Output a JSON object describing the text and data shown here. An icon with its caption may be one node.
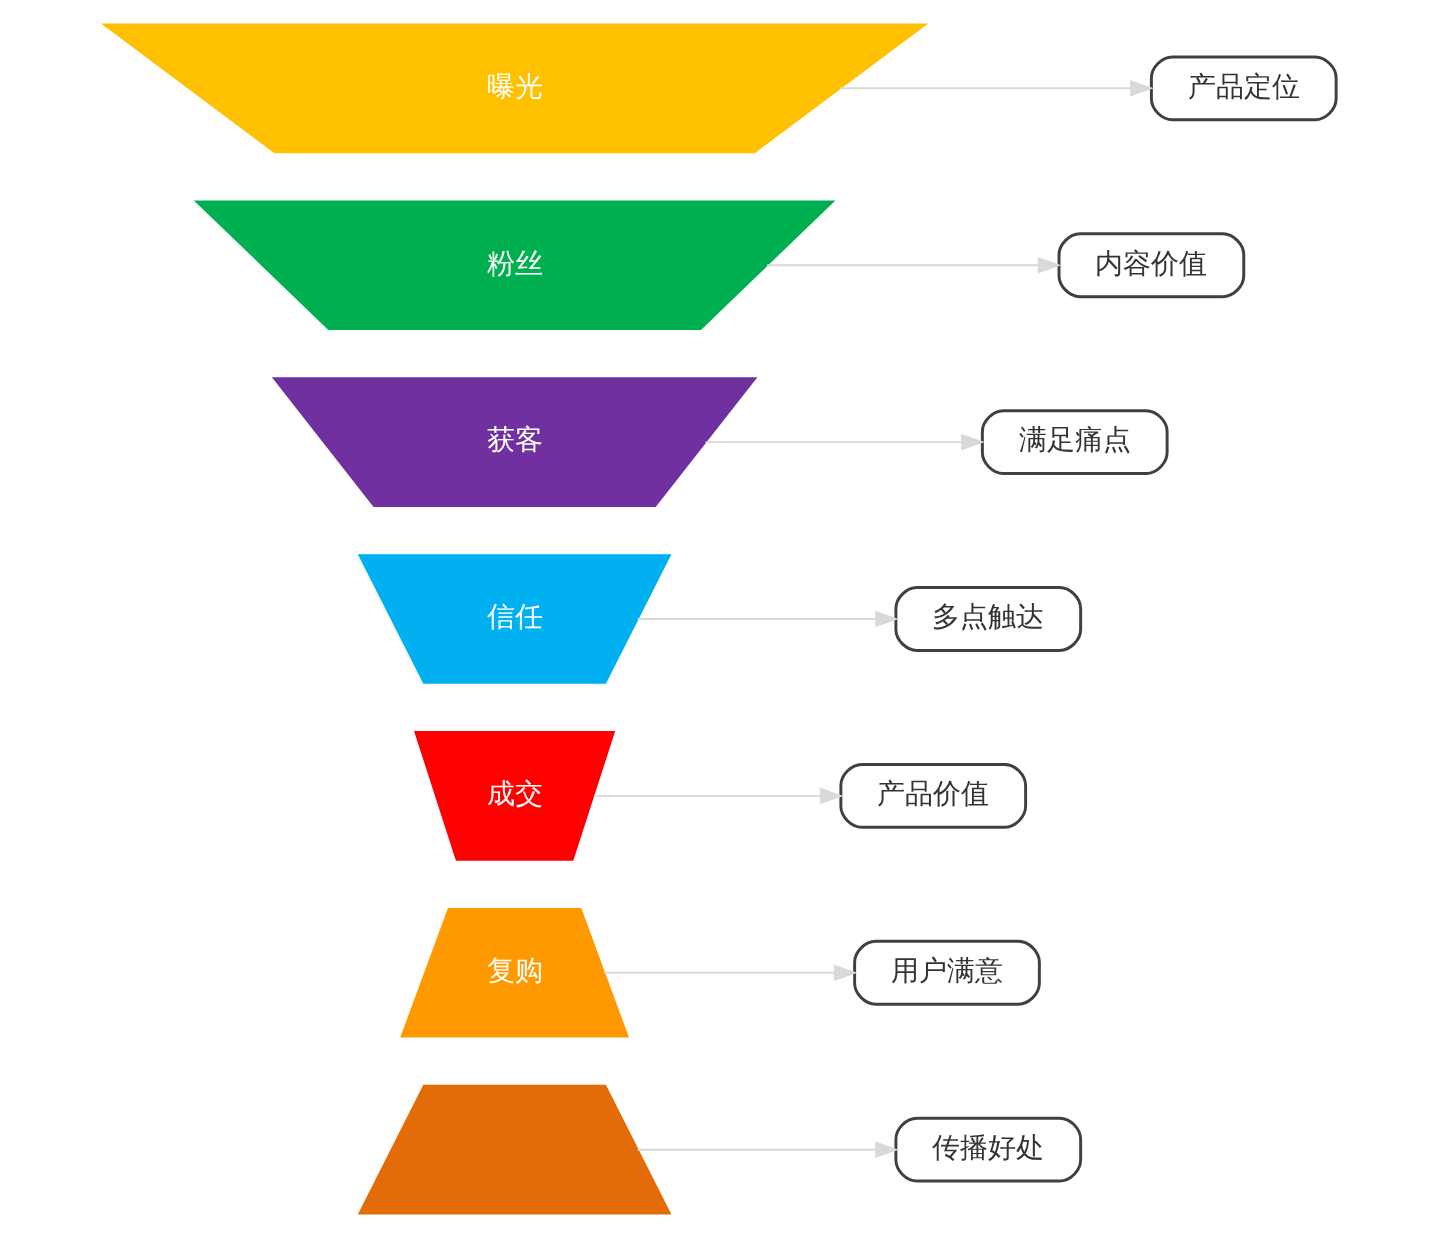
{
  "diagram": {
    "nodes": [
      {
        "text": [
          "曝光"
        ]
      },
      {
        "text": [
          "粉丝"
        ]
      },
      {
        "text": [
          "获客"
        ]
      },
      {
        "text": [
          "信任"
        ]
      },
      {
        "text": [
          "成交"
        ]
      },
      {
        "text": [
          "复购"
        ]
      },
      {
        "text": [],
        "shape": "trapezoid"
      },
      {
        "text": [
          "产品定位"
        ]
      },
      {
        "text": [
          "内容价值"
        ]
      },
      {
        "text": [
          "满足痛点"
        ]
      },
      {
        "text": [
          "多点触达"
        ]
      },
      {
        "text": [
          "产品价值"
        ]
      },
      {
        "text": [
          "用户满意"
        ]
      },
      {
        "text": [
          "传播好处"
        ]
      }
    ],
    "edges": [
      {
        "from": 0,
        "to": 7,
        "arrow": "to"
      },
      {
        "from": 1,
        "to": 8,
        "arrow": "to"
      },
      {
        "from": 2,
        "to": 9,
        "arrow": "to"
      },
      {
        "from": 3,
        "to": 10,
        "arrow": "to"
      },
      {
        "from": 4,
        "to": 11,
        "arrow": "to"
      },
      {
        "from": 5,
        "to": 12,
        "arrow": "to"
      },
      {
        "from": 6,
        "to": 13,
        "arrow": "to"
      }
    ]
  }
}
